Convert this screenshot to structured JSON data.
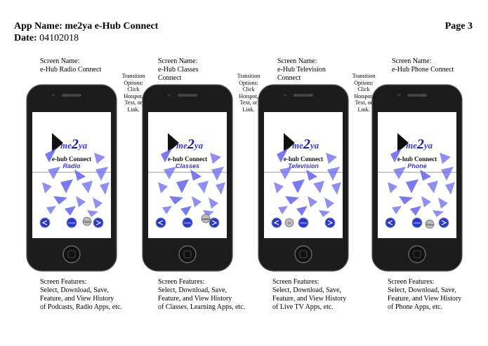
{
  "header": {
    "app_name_label": "App Name:",
    "app_name": "me2ya e-Hub Connect",
    "date_label": "Date:",
    "date": "04102018",
    "page": "Page 3"
  },
  "transition": {
    "lines": [
      "Transition",
      "Options:",
      "Click",
      "Hotspot,",
      "Text, or",
      "Link."
    ]
  },
  "screens": [
    {
      "label_lines": [
        "Screen Name:",
        "e-Hub Radio Connect",
        ""
      ],
      "subtitle": "Radio",
      "chip": "Radio",
      "features": [
        "Screen Features:",
        "Select, Download, Save,",
        "Feature, and View History",
        "of Podcasts, Radio Apps, etc."
      ]
    },
    {
      "label_lines": [
        "Screen Name:",
        "e-Hub Classes",
        "Connect"
      ],
      "subtitle": "Classes",
      "chip": "Classes",
      "features": [
        "Screen Features:",
        "Select, Download, Save,",
        "Feature, and View History",
        "of Classes, Learning Apps, etc."
      ]
    },
    {
      "label_lines": [
        "Screen Name:",
        "e-Hub Television",
        "Connect"
      ],
      "subtitle": "Television",
      "chip": "TV",
      "features": [
        "Screen Features:",
        "Select, Download, Save,",
        "Feature, and View History",
        "of Live TV Apps, etc."
      ]
    },
    {
      "label_lines": [
        "Screen Name:",
        "e-Hub Phone Connect",
        ""
      ],
      "subtitle": "Phone",
      "chip": "Phone",
      "features": [
        "Screen Features:",
        "Select, Download, Save,",
        "Feature, and View History",
        "of Phone Apps, etc."
      ]
    }
  ],
  "logo": {
    "me": "me",
    "two": "2",
    "ya": "ya",
    "tagline": "e-hub Connect"
  },
  "nav": {
    "home": "Home"
  },
  "colors": {
    "accent": "#3a3ad6",
    "triangle": "#6a6aee",
    "phone_body": "#1c1c1c"
  }
}
